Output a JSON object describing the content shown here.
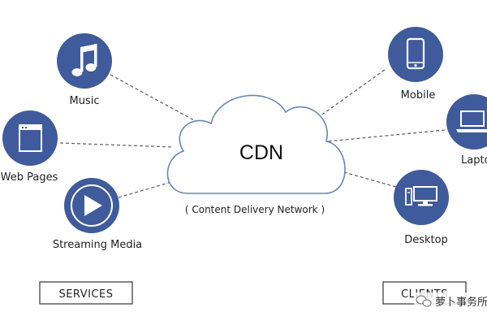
{
  "cdn": {
    "title": "CDN",
    "subtitle": "( Content Delivery Network )"
  },
  "services_label": "SERVICES",
  "clients_label": "CLIENTS",
  "services": [
    {
      "label": "Music",
      "icon": "music-note-icon"
    },
    {
      "label": "Web Pages",
      "icon": "browser-window-icon"
    },
    {
      "label": "Streaming Media",
      "icon": "play-icon"
    }
  ],
  "clients": [
    {
      "label": "Mobile",
      "icon": "mobile-phone-icon"
    },
    {
      "label": "Lapto",
      "icon": "laptop-icon"
    },
    {
      "label": "Desktop",
      "icon": "desktop-computer-icon"
    }
  ],
  "watermark": {
    "text": "萝卜事务所",
    "icon": "wechat-icon"
  },
  "colors": {
    "node": "#3f5b9b",
    "cloud_stroke": "#6b86b5",
    "line": "#666666"
  }
}
